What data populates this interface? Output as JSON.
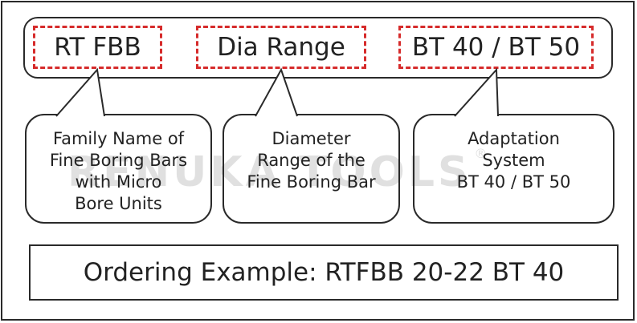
{
  "code_segments": [
    {
      "label": "RT FBB"
    },
    {
      "label": "Dia Range"
    },
    {
      "label": "BT 40 / BT 50"
    }
  ],
  "descriptions": [
    {
      "text": "Family Name of\nFine Boring Bars\nwith Micro\nBore Units"
    },
    {
      "text": "Diameter\nRange of the\nFine Boring Bar"
    },
    {
      "text": "Adaptation\nSystem\nBT 40 / BT 50"
    }
  ],
  "watermark": {
    "text": "RENUKA TOOLS",
    "mark": "®"
  },
  "ordering_example": "Ordering Example: RTFBB 20-22 BT 40",
  "colors": {
    "dashed_outline": "#d62b2b",
    "line": "#2a2a2a",
    "watermark": "#a0a0a0"
  }
}
